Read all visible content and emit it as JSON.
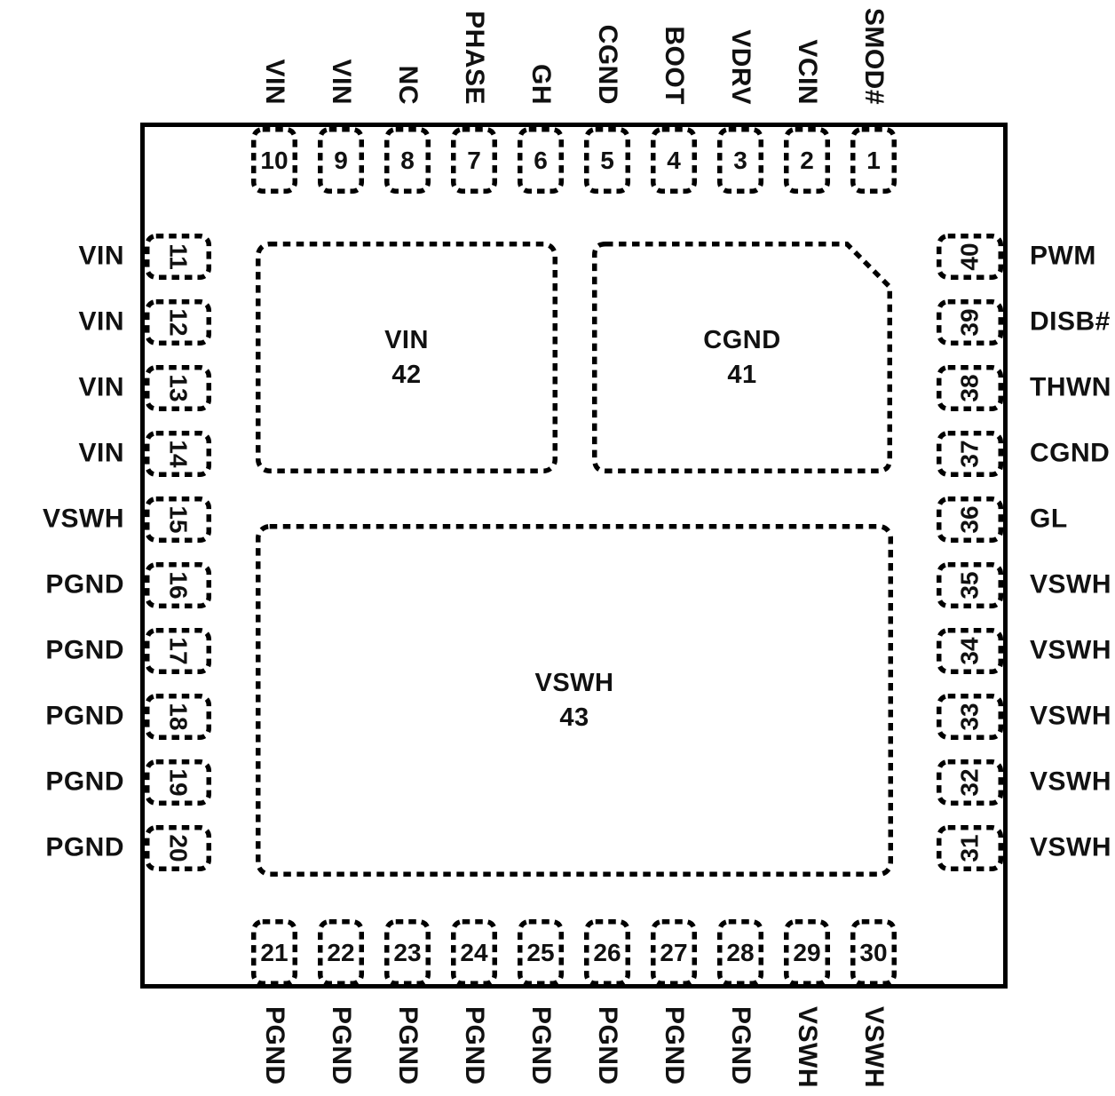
{
  "diagram": {
    "pads": {
      "vin42": {
        "name": "VIN",
        "num": "42"
      },
      "cgnd41": {
        "name": "CGND",
        "num": "41"
      },
      "vswh43": {
        "name": "VSWH",
        "num": "43"
      }
    },
    "pins": {
      "top": [
        {
          "num": "10",
          "label": "VIN"
        },
        {
          "num": "9",
          "label": "VIN"
        },
        {
          "num": "8",
          "label": "NC"
        },
        {
          "num": "7",
          "label": "PHASE"
        },
        {
          "num": "6",
          "label": "GH"
        },
        {
          "num": "5",
          "label": "CGND"
        },
        {
          "num": "4",
          "label": "BOOT"
        },
        {
          "num": "3",
          "label": "VDRV"
        },
        {
          "num": "2",
          "label": "VCIN"
        },
        {
          "num": "1",
          "label": "SMOD#"
        }
      ],
      "left": [
        {
          "num": "11",
          "label": "VIN"
        },
        {
          "num": "12",
          "label": "VIN"
        },
        {
          "num": "13",
          "label": "VIN"
        },
        {
          "num": "14",
          "label": "VIN"
        },
        {
          "num": "15",
          "label": "VSWH"
        },
        {
          "num": "16",
          "label": "PGND"
        },
        {
          "num": "17",
          "label": "PGND"
        },
        {
          "num": "18",
          "label": "PGND"
        },
        {
          "num": "19",
          "label": "PGND"
        },
        {
          "num": "20",
          "label": "PGND"
        }
      ],
      "right": [
        {
          "num": "40",
          "label": "PWM"
        },
        {
          "num": "39",
          "label": "DISB#"
        },
        {
          "num": "38",
          "label": "THWN"
        },
        {
          "num": "37",
          "label": "CGND"
        },
        {
          "num": "36",
          "label": "GL"
        },
        {
          "num": "35",
          "label": "VSWH"
        },
        {
          "num": "34",
          "label": "VSWH"
        },
        {
          "num": "33",
          "label": "VSWH"
        },
        {
          "num": "32",
          "label": "VSWH"
        },
        {
          "num": "31",
          "label": "VSWH"
        }
      ],
      "bottom": [
        {
          "num": "21",
          "label": "PGND"
        },
        {
          "num": "22",
          "label": "PGND"
        },
        {
          "num": "23",
          "label": "PGND"
        },
        {
          "num": "24",
          "label": "PGND"
        },
        {
          "num": "25",
          "label": "PGND"
        },
        {
          "num": "26",
          "label": "PGND"
        },
        {
          "num": "27",
          "label": "PGND"
        },
        {
          "num": "28",
          "label": "PGND"
        },
        {
          "num": "29",
          "label": "VSWH"
        },
        {
          "num": "30",
          "label": "VSWH"
        }
      ]
    },
    "colors": {
      "line": "#000000",
      "background": "#ffffff",
      "text": "#111111"
    }
  }
}
